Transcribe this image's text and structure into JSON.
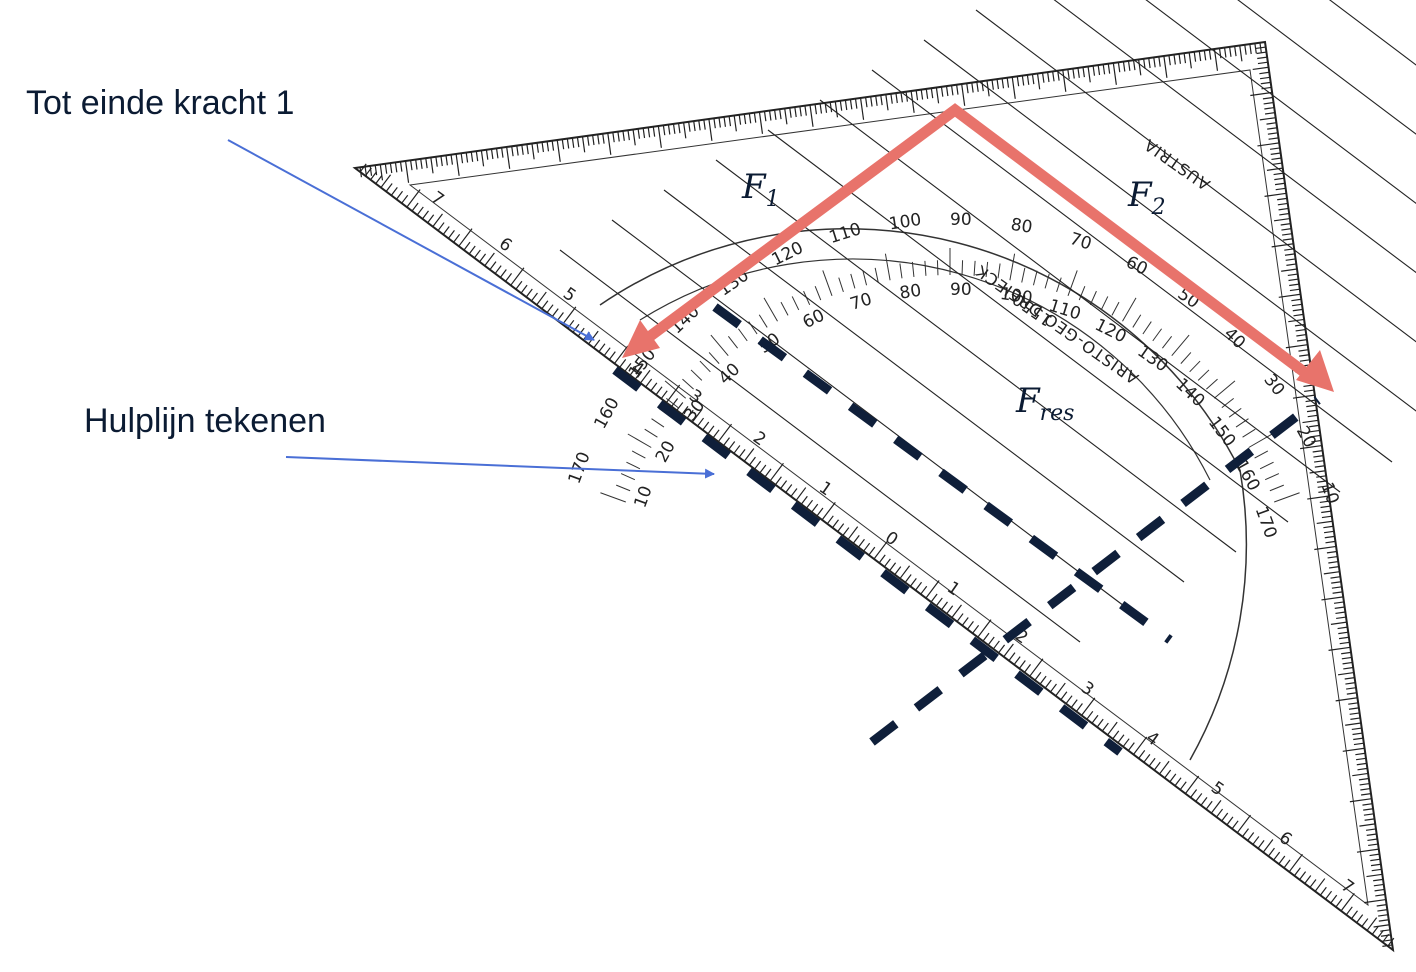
{
  "annotations": {
    "line_end_force_1": "Tot einde kracht 1",
    "helper_line": "Hulplijn tekenen"
  },
  "forces": {
    "f1": {
      "symbol": "F",
      "subscript": "1"
    },
    "f2": {
      "symbol": "F",
      "subscript": "2"
    },
    "fres": {
      "symbol": "F",
      "subscript": "res"
    }
  },
  "set_square": {
    "brand": "ARISTO-GEO DREIECK",
    "model": "1550",
    "origin": "AUSTRIA",
    "cm_labels": [
      "4",
      "3",
      "2",
      "1",
      "0",
      "1",
      "2",
      "3",
      "4"
    ],
    "outer_cm_labels": [
      "7",
      "6",
      "5",
      "5",
      "6",
      "7"
    ],
    "protractor_outer": [
      "170",
      "160",
      "150",
      "140",
      "130",
      "120",
      "110",
      "100",
      "90",
      "80",
      "70",
      "60",
      "50",
      "40",
      "30",
      "20",
      "10"
    ],
    "protractor_inner": [
      "10",
      "20",
      "30",
      "40",
      "50",
      "60",
      "70",
      "80",
      "90",
      "100",
      "110",
      "120",
      "130",
      "140",
      "150",
      "160",
      "170"
    ]
  },
  "colors": {
    "force_arrow": "#e8736b",
    "dashed_line": "#0f1f3a",
    "callout_arrow": "#4a6fd6",
    "text": "#0b1b33"
  }
}
